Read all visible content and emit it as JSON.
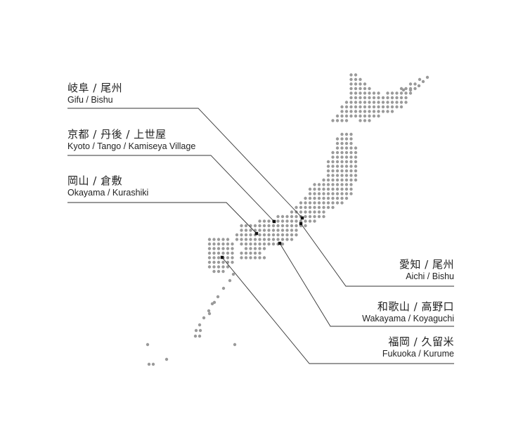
{
  "map": {
    "dot_color": "#9a9a9a",
    "marker_color": "#111111",
    "line_color": "#333333"
  },
  "labels": {
    "gifu": {
      "jp": "岐阜 / 尾州",
      "en": "Gifu / Bishu"
    },
    "kyoto": {
      "jp": "京都 / 丹後 / 上世屋",
      "en": "Kyoto / Tango / Kamiseya Village"
    },
    "okayama": {
      "jp": "岡山 / 倉敷",
      "en": "Okayama / Kurashiki"
    },
    "aichi": {
      "jp": "愛知 / 尾州",
      "en": "Aichi / Bishu"
    },
    "wakayama": {
      "jp": "和歌山 / 高野口",
      "en": "Wakayama / Koyaguchi"
    },
    "fukuoka": {
      "jp": "福岡 / 久留米",
      "en": "Fukuoka / Kurume"
    }
  }
}
